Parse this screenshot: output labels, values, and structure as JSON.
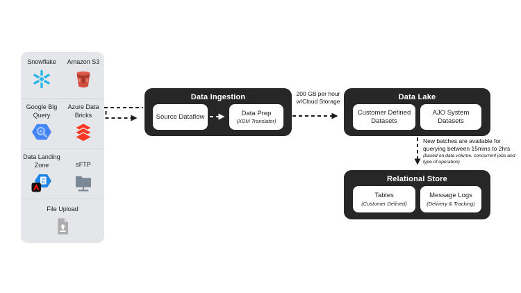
{
  "colors": {
    "stage_dark": "#272727",
    "sidebar_gray": "#e4e6e9",
    "snowflake_blue": "#29B5E8",
    "s3_red": "#CE4F3F",
    "bigquery_blue": "#4285F4",
    "databricks_red": "#FF3621",
    "adobe_red": "#FA0F00",
    "dlz_blue": "#1E86E5",
    "sftp_gray": "#7B8794",
    "upload_gray": "#ACACAC"
  },
  "sidebar": {
    "items": [
      {
        "label": "Snowflake",
        "icon": "snowflake-icon"
      },
      {
        "label": "Amazon S3",
        "icon": "amazon-s3-icon"
      },
      {
        "label": "Google Big Query",
        "icon": "google-bigquery-icon"
      },
      {
        "label": "Azure Data Bricks",
        "icon": "azure-databricks-icon"
      },
      {
        "label": "Data Landing Zone",
        "icon": "data-landing-zone-icon"
      },
      {
        "label": "sFTP",
        "icon": "sftp-icon"
      },
      {
        "label": "File Upload",
        "icon": "file-upload-icon"
      }
    ]
  },
  "ingestion": {
    "title": "Data Ingestion",
    "source_dataflow": {
      "label": "Source Dataflow"
    },
    "data_prep": {
      "label": "Data Prep",
      "sublabel": "(XDM Translator)"
    }
  },
  "throughput_note": {
    "line1": "200 GB per hour",
    "line2": "w/Cloud Storage"
  },
  "data_lake": {
    "title": "Data Lake",
    "customer_datasets": {
      "label": "Customer Defined Datasets"
    },
    "ajo_datasets": {
      "label": "AJO System Datasets"
    }
  },
  "batch_note": {
    "main": "New batches are available for querying between 15mins to 2hrs",
    "detail": "(based on data volume, concurrent jobs and type of operation)"
  },
  "relational_store": {
    "title": "Relational Store",
    "tables": {
      "label": "Tables",
      "sublabel": "(Customer Defined)"
    },
    "message_logs": {
      "label": "Message Logs",
      "sublabel": "(Delivery & Tracking)"
    }
  }
}
